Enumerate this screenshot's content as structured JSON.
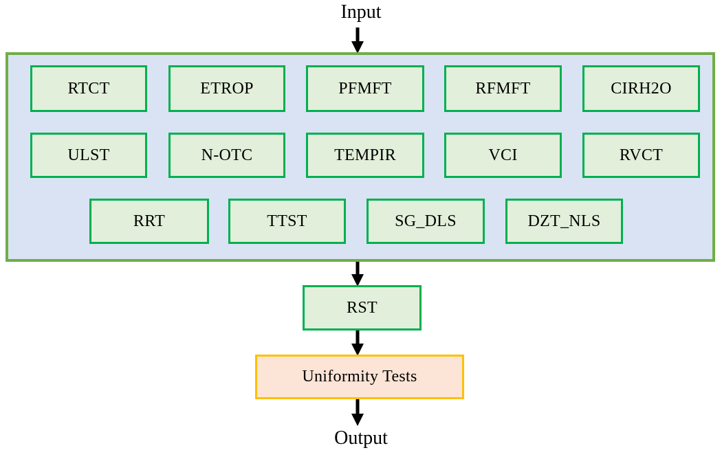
{
  "diagram": {
    "title_in": "Input",
    "title_out": "Output",
    "colors": {
      "container_fill": "#dae3f3",
      "container_border": "#70ad47",
      "node_fill": "#e2efda",
      "node_border": "#00b050",
      "accent_fill": "#fce4d6",
      "accent_border": "#ffc000",
      "arrow": "#000000",
      "text": "#000000"
    },
    "group": {
      "rows": [
        {
          "nodes": [
            {
              "label": "RTCT"
            },
            {
              "label": "ETROP"
            },
            {
              "label": "PFMFT"
            },
            {
              "label": "RFMFT"
            },
            {
              "label": "CIRH2O"
            }
          ]
        },
        {
          "nodes": [
            {
              "label": "ULST"
            },
            {
              "label": "N-OTC"
            },
            {
              "label": "TEMPIR"
            },
            {
              "label": "VCI"
            },
            {
              "label": "RVCT"
            }
          ]
        },
        {
          "nodes": [
            {
              "label": "RRT"
            },
            {
              "label": "TTST"
            },
            {
              "label": "SG_DLS"
            },
            {
              "label": "DZT_NLS"
            }
          ]
        }
      ]
    },
    "stages": [
      {
        "label": "RST",
        "style": "green"
      },
      {
        "label": "Uniformity Tests",
        "style": "orange"
      }
    ],
    "arrows": [
      {
        "name": "input-to-group"
      },
      {
        "name": "group-to-rst"
      },
      {
        "name": "rst-to-uniformity-tests"
      },
      {
        "name": "uniformity-tests-to-output"
      }
    ]
  }
}
